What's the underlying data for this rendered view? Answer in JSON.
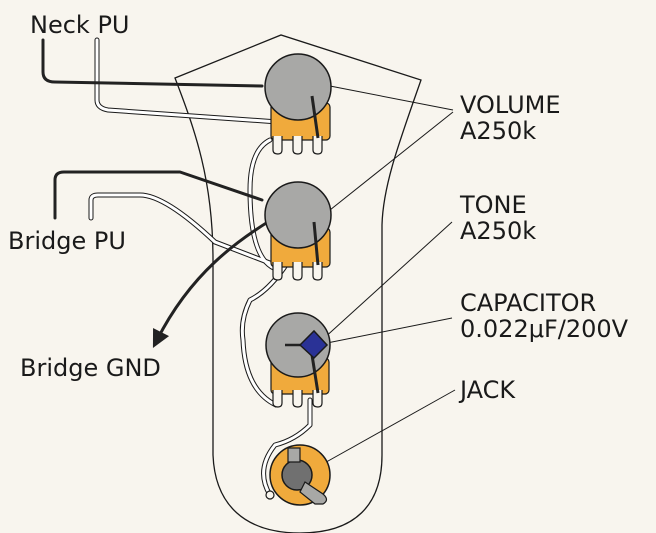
{
  "labels": {
    "neck_pu": "Neck PU",
    "bridge_pu": "Bridge PU",
    "bridge_gnd": "Bridge GND",
    "volume": {
      "name": "VOLUME",
      "value": "A250k"
    },
    "tone": {
      "name": "TONE",
      "value": "A250k"
    },
    "capacitor": {
      "name": "CAPACITOR",
      "value": "0.022μF/200V"
    },
    "jack": "JACK"
  },
  "colors": {
    "background": "#f8f5ee",
    "outline": "#1a1a1a",
    "pot_knob": "#a8a8a6",
    "pot_body": "#f0aa3c",
    "jack_ring": "#f0aa3c",
    "capacitor": "#2a3296",
    "wire_white": "#ffffff",
    "wire_black": "#222222"
  }
}
